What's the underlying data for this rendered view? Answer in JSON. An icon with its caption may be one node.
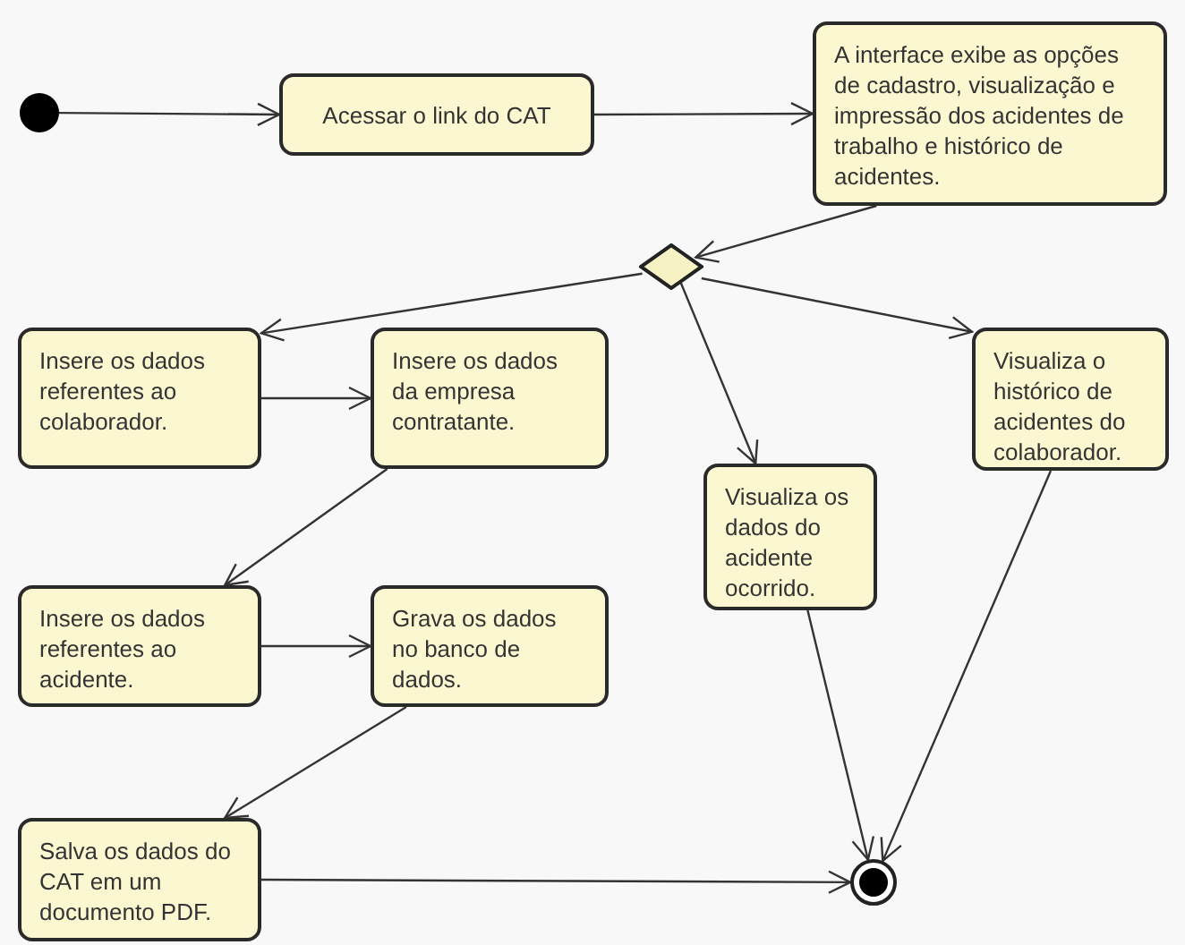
{
  "diagram": {
    "nodes": [
      {
        "text": [],
        "shape": "circle"
      },
      {
        "text": [
          "Acessar o link do CAT"
        ]
      },
      {
        "text": [
          "A interface exibe as opções de cadastro, visualização e impressão dos acidentes de trabalho e histórico de acidentes."
        ]
      },
      {
        "text": [],
        "shape": "diamond"
      },
      {
        "text": [
          "Insere os dados referentes ao colaborador."
        ]
      },
      {
        "text": [
          "Insere os dados da empresa contratante."
        ]
      },
      {
        "text": [
          "Visualiza o histórico de acidentes do colaborador."
        ]
      },
      {
        "text": [
          "Visualiza os dados do acidente ocorrido."
        ]
      },
      {
        "text": [
          "Insere os dados referentes ao acidente."
        ]
      },
      {
        "text": [
          "Grava os dados no banco de dados."
        ]
      },
      {
        "text": [
          "Salva os dados do CAT em um documento PDF."
        ]
      },
      {
        "text": [],
        "shape": "circle"
      }
    ],
    "edges": [
      {
        "from": 0,
        "to": 1,
        "arrow": "to"
      },
      {
        "from": 1,
        "to": 2,
        "arrow": "to"
      },
      {
        "from": 2,
        "to": 3,
        "arrow": "to"
      },
      {
        "from": 3,
        "to": 4,
        "arrow": "to"
      },
      {
        "from": 3,
        "to": 7,
        "arrow": "to"
      },
      {
        "from": 3,
        "to": 6,
        "arrow": "to"
      },
      {
        "from": 4,
        "to": 5,
        "arrow": "to"
      },
      {
        "from": 5,
        "to": 8,
        "arrow": "to"
      },
      {
        "from": 8,
        "to": 9,
        "arrow": "to"
      },
      {
        "from": 9,
        "to": 10,
        "arrow": "to"
      },
      {
        "from": 10,
        "to": 11,
        "arrow": "to"
      },
      {
        "from": 7,
        "to": 11,
        "arrow": "to"
      },
      {
        "from": 6,
        "to": 11,
        "arrow": "to"
      }
    ]
  }
}
